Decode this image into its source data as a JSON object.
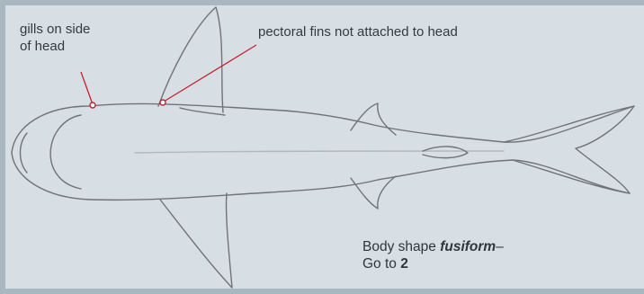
{
  "labels": {
    "gills_line1": "gills on side",
    "gills_line2": "of head",
    "pectoral_fins": "pectoral fins not attached to head"
  },
  "caption": {
    "prefix": "Body shape ",
    "term": "fusiform",
    "dash": "–",
    "goto_text": "Go to ",
    "goto_step": "2"
  },
  "colors": {
    "background": "#d7dee4",
    "frame": "#a9b7c0",
    "sketch_line": "#6e7479",
    "callout_red": "#c8202e",
    "text": "#333b40"
  }
}
